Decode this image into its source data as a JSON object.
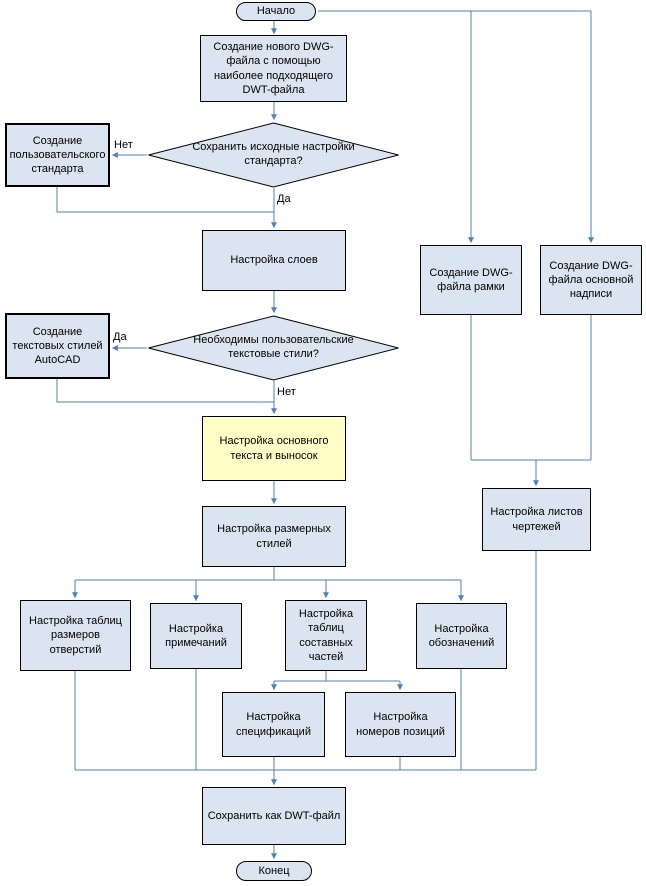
{
  "diagram": {
    "type": "flowchart",
    "language": "ru",
    "colors": {
      "node_fill": "#dbe5f1",
      "highlight_fill": "#ffffc8",
      "connector": "#4f81bd",
      "border": "#000000"
    },
    "nodes": {
      "start": {
        "label": "Начало",
        "shape": "terminator"
      },
      "create_new_dwg": {
        "label": "Создание нового DWG-файла с помощью наиболее подходящего DWT-файла",
        "shape": "process"
      },
      "keep_settings": {
        "label": "Сохранить исходные настройки стандарта?",
        "shape": "decision"
      },
      "custom_standard": {
        "label": "Создание пользовательского стандарта",
        "shape": "process"
      },
      "layers": {
        "label": "Настройка слоев",
        "shape": "process"
      },
      "need_text_styles": {
        "label": "Необходимы пользовательские текстовые стили?",
        "shape": "decision"
      },
      "text_styles": {
        "label": "Создание текстовых стилей AutoCAD",
        "shape": "process"
      },
      "main_text": {
        "label": "Настройка основного текста и выносок",
        "shape": "process",
        "highlighted": true
      },
      "dim_styles": {
        "label": "Настройка размерных стилей",
        "shape": "process"
      },
      "hole_tables": {
        "label": "Настройка таблиц размеров отверстий",
        "shape": "process"
      },
      "notes": {
        "label": "Настройка примечаний",
        "shape": "process"
      },
      "parts_tables": {
        "label": "Настройка таблиц составных частей",
        "shape": "process"
      },
      "symbols": {
        "label": "Настройка обозначений",
        "shape": "process"
      },
      "specs": {
        "label": "Настройка спецификаций",
        "shape": "process"
      },
      "item_numbers": {
        "label": "Настройка номеров позиций",
        "shape": "process"
      },
      "save_dwt": {
        "label": "Сохранить как DWT-файл",
        "shape": "process"
      },
      "end": {
        "label": "Конец",
        "shape": "terminator"
      },
      "frame_dwg": {
        "label": "Создание DWG-файла рамки",
        "shape": "process"
      },
      "title_block_dwg": {
        "label": "Создание DWG-файла основной надписи",
        "shape": "process"
      },
      "sheets": {
        "label": "Настройка листов чертежей",
        "shape": "process"
      }
    },
    "edge_labels": {
      "no_keep_settings": "Нет",
      "yes_keep_settings": "Да",
      "yes_need_styles": "Да",
      "no_need_styles": "Нет"
    }
  }
}
